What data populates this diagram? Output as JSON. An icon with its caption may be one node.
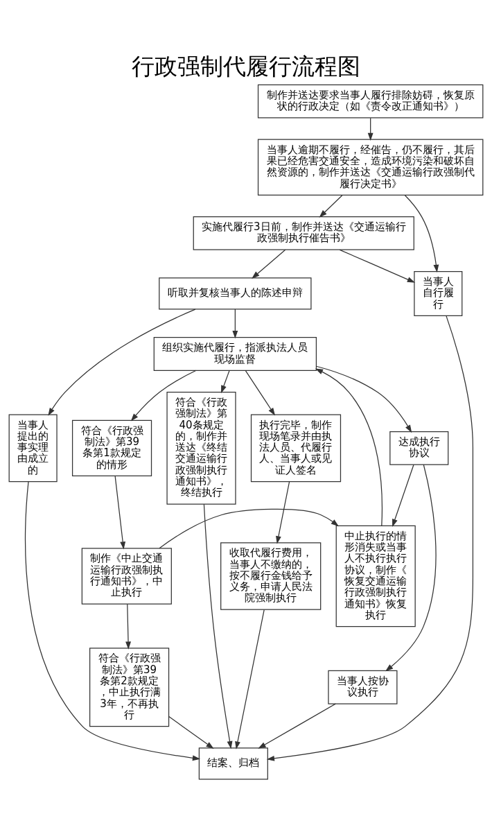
{
  "diagram": {
    "title": "行政强制代履行流程图",
    "nodes": [
      {
        "text": [
          "制作并送达要求当事人履行排除妨碍，恢复原状的行政决定（如《责令改正通知书》）"
        ]
      },
      {
        "text": [
          "当事人逾期不履行，经催告，仍不履行，其后果已经危害交通安全，造成环境污染和破坏自然资源的，制作并送达《交通运输行政强制代履行决定书》"
        ]
      },
      {
        "text": [
          "实施代履行3日前，制作并送达《交通运输行政强制执行催告书》"
        ]
      },
      {
        "text": [
          "听取并复核当事人的陈述申辩"
        ]
      },
      {
        "text": [
          "当事人自行履行"
        ]
      },
      {
        "text": [
          "组织实施代履行，指派执法人员现场监督"
        ]
      },
      {
        "text": [
          "当事人提出的事实理由成立的"
        ]
      },
      {
        "text": [
          "符合《行政强制法》第40条规定的，制作并送达《终结交通运输行政强制执行通知书》，终结执行"
        ]
      },
      {
        "text": [
          "执行完毕，制作现场笔录并由执法人员、代履行人、当事人或见证人签名"
        ]
      },
      {
        "text": [
          "达成执行协议"
        ]
      },
      {
        "text": [
          "符合《行政强制法》第39条第1款规定的情形"
        ]
      },
      {
        "text": [
          "收取代履行费用，当事人不缴纳的，按不履行金钱给予义务，申请人民法院强制执行"
        ]
      },
      {
        "text": [
          "中止执行的情形消失或当事人不执行执行协议，制作《恢复交通运输行政强制执行通知书》恢复执行"
        ]
      },
      {
        "text": [
          "制作《中止交通运输行政强制执行通知书》，中止执行"
        ]
      },
      {
        "text": [
          "当事人按协议执行"
        ]
      },
      {
        "text": [
          "符合《行政强制法》第39条第2款规定，中止执行满3年，不再执行"
        ]
      },
      {
        "text": [
          "结案、归档"
        ]
      }
    ],
    "edges": [
      {
        "from": 0,
        "to": 1,
        "arrow": "to"
      },
      {
        "from": 1,
        "to": 2,
        "arrow": "to"
      },
      {
        "from": 1,
        "to": 4,
        "arrow": "to"
      },
      {
        "from": 2,
        "to": 3,
        "arrow": "to"
      },
      {
        "from": 2,
        "to": 4,
        "arrow": "to"
      },
      {
        "from": 3,
        "to": 5,
        "arrow": "to"
      },
      {
        "from": 3,
        "to": 6,
        "arrow": "to"
      },
      {
        "from": 5,
        "to": 7,
        "arrow": "to"
      },
      {
        "from": 5,
        "to": 8,
        "arrow": "to"
      },
      {
        "from": 5,
        "to": 9,
        "arrow": "to"
      },
      {
        "from": 5,
        "to": 10,
        "arrow": "to"
      },
      {
        "from": 9,
        "to": 12,
        "arrow": "to"
      },
      {
        "from": 9,
        "to": 14,
        "arrow": "to"
      },
      {
        "from": 12,
        "to": 5,
        "arrow": "to"
      },
      {
        "from": 10,
        "to": 13,
        "arrow": "to"
      },
      {
        "from": 13,
        "to": 12,
        "arrow": "to"
      },
      {
        "from": 13,
        "to": 15,
        "arrow": "to"
      },
      {
        "from": 8,
        "to": 11,
        "arrow": "to"
      },
      {
        "from": 4,
        "to": 16,
        "arrow": "to"
      },
      {
        "from": 6,
        "to": 16,
        "arrow": "to"
      },
      {
        "from": 7,
        "to": 16,
        "arrow": "to"
      },
      {
        "from": 11,
        "to": 16,
        "arrow": "to"
      },
      {
        "from": 14,
        "to": 16,
        "arrow": "to"
      },
      {
        "from": 15,
        "to": 16,
        "arrow": "to"
      }
    ]
  }
}
